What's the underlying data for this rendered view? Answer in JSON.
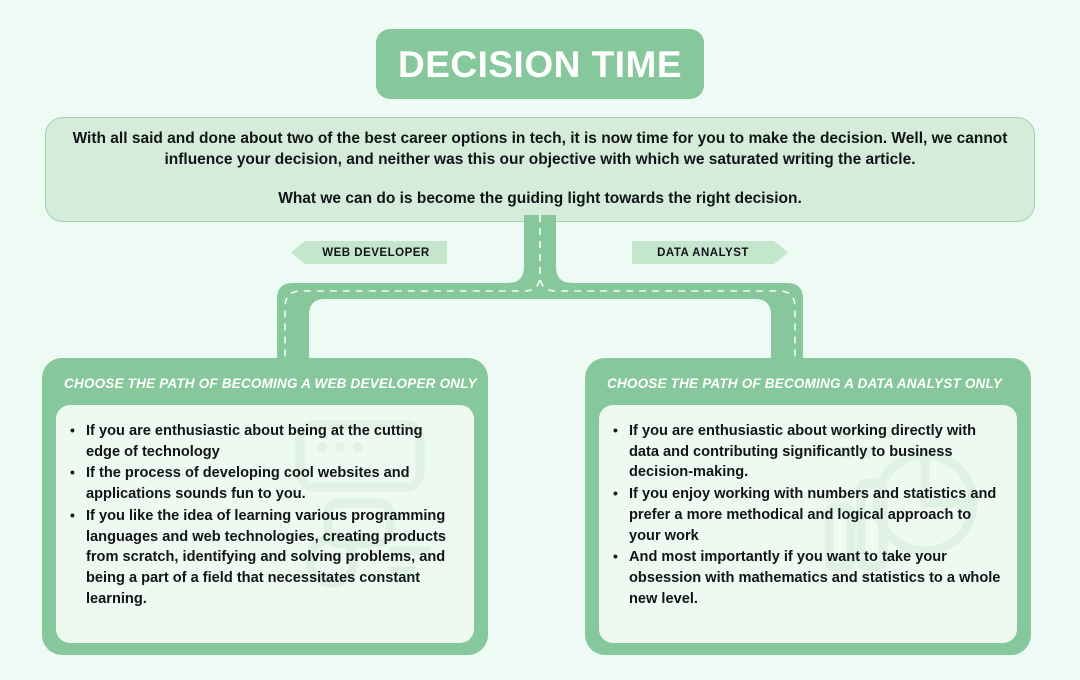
{
  "theme": {
    "page_background": "#eefaf4",
    "primary_green": "#86c79b",
    "panel_mint": "#d4ecd9",
    "banner_green": "#c3e6cd",
    "card_inner": "#eefaf1",
    "text_dark": "#111418",
    "text_light": "#ffffff"
  },
  "title": {
    "text": "DECISION TIME"
  },
  "description": {
    "paragraph_1": "With all said and done about two of the best career options in tech, it is now time for you to make the decision. Well, we cannot influence your decision, and neither was this our objective with which we saturated writing the article.",
    "paragraph_2": "What we can do is become the guiding light towards the right decision."
  },
  "branches": [
    {
      "banner_label": "WEB DEVELOPER",
      "arrow_direction": "left",
      "card_header": "CHOOSE THE PATH OF BECOMING A WEB DEVELOPER ONLY",
      "bullets": [
        "If you are enthusiastic about being at the cutting edge of technology",
        "If the process of developing cool websites and applications sounds fun to you.",
        "If you like the idea of learning various programming languages and web technologies, creating products from scratch, identifying and solving problems, and being a part of a field that necessitates constant learning."
      ]
    },
    {
      "banner_label": "DATA ANALYST",
      "arrow_direction": "right",
      "card_header": "CHOOSE THE PATH OF BECOMING A DATA ANALYST ONLY",
      "bullets": [
        "If you are enthusiastic about working directly with data and contributing significantly to business decision-making.",
        "If you enjoy working with numbers and statistics and prefer a more methodical and logical approach to your work",
        "And most importantly if you want to take your obsession with mathematics and statistics to a whole new level."
      ]
    }
  ],
  "connector": {
    "icon": "road-fork-icon",
    "description": "Forked road connector with dashed centre line linking the decision statement to both career paths"
  },
  "watermarks": [
    {
      "icon": "code-window-watermark"
    },
    {
      "icon": "chart-analytics-watermark"
    }
  ]
}
